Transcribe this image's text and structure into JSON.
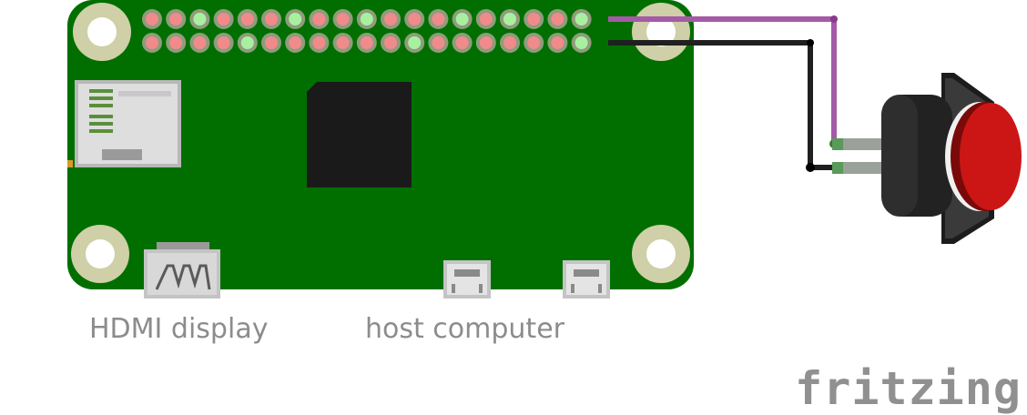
{
  "labels": {
    "hdmi": "HDMI display",
    "host": "host computer"
  },
  "brand": "fritzing",
  "colors": {
    "board": "#006F00",
    "header_pin_red": "#F18A8A",
    "header_pin_green": "#A8F0A0",
    "header_pin_ring": "#8F9C7C",
    "chip": "#1A1A1A",
    "wire_purple": "#A45AA6",
    "wire_black": "#202020",
    "button_cap": "#CC1616",
    "button_body": "#222222",
    "label_text": "#8C8C8C"
  },
  "header": {
    "top_row": [
      "red",
      "red",
      "green",
      "red",
      "red",
      "red",
      "green",
      "red",
      "red",
      "green",
      "red",
      "red",
      "red",
      "green",
      "red",
      "green",
      "red",
      "red",
      "green"
    ],
    "bottom_row": [
      "red",
      "red",
      "red",
      "red",
      "green",
      "red",
      "red",
      "red",
      "red",
      "red",
      "red",
      "green",
      "red",
      "red",
      "red",
      "red",
      "red",
      "red",
      "green"
    ]
  },
  "components": {
    "board": "raspberry-pi-zero",
    "button": "push-button-red"
  }
}
